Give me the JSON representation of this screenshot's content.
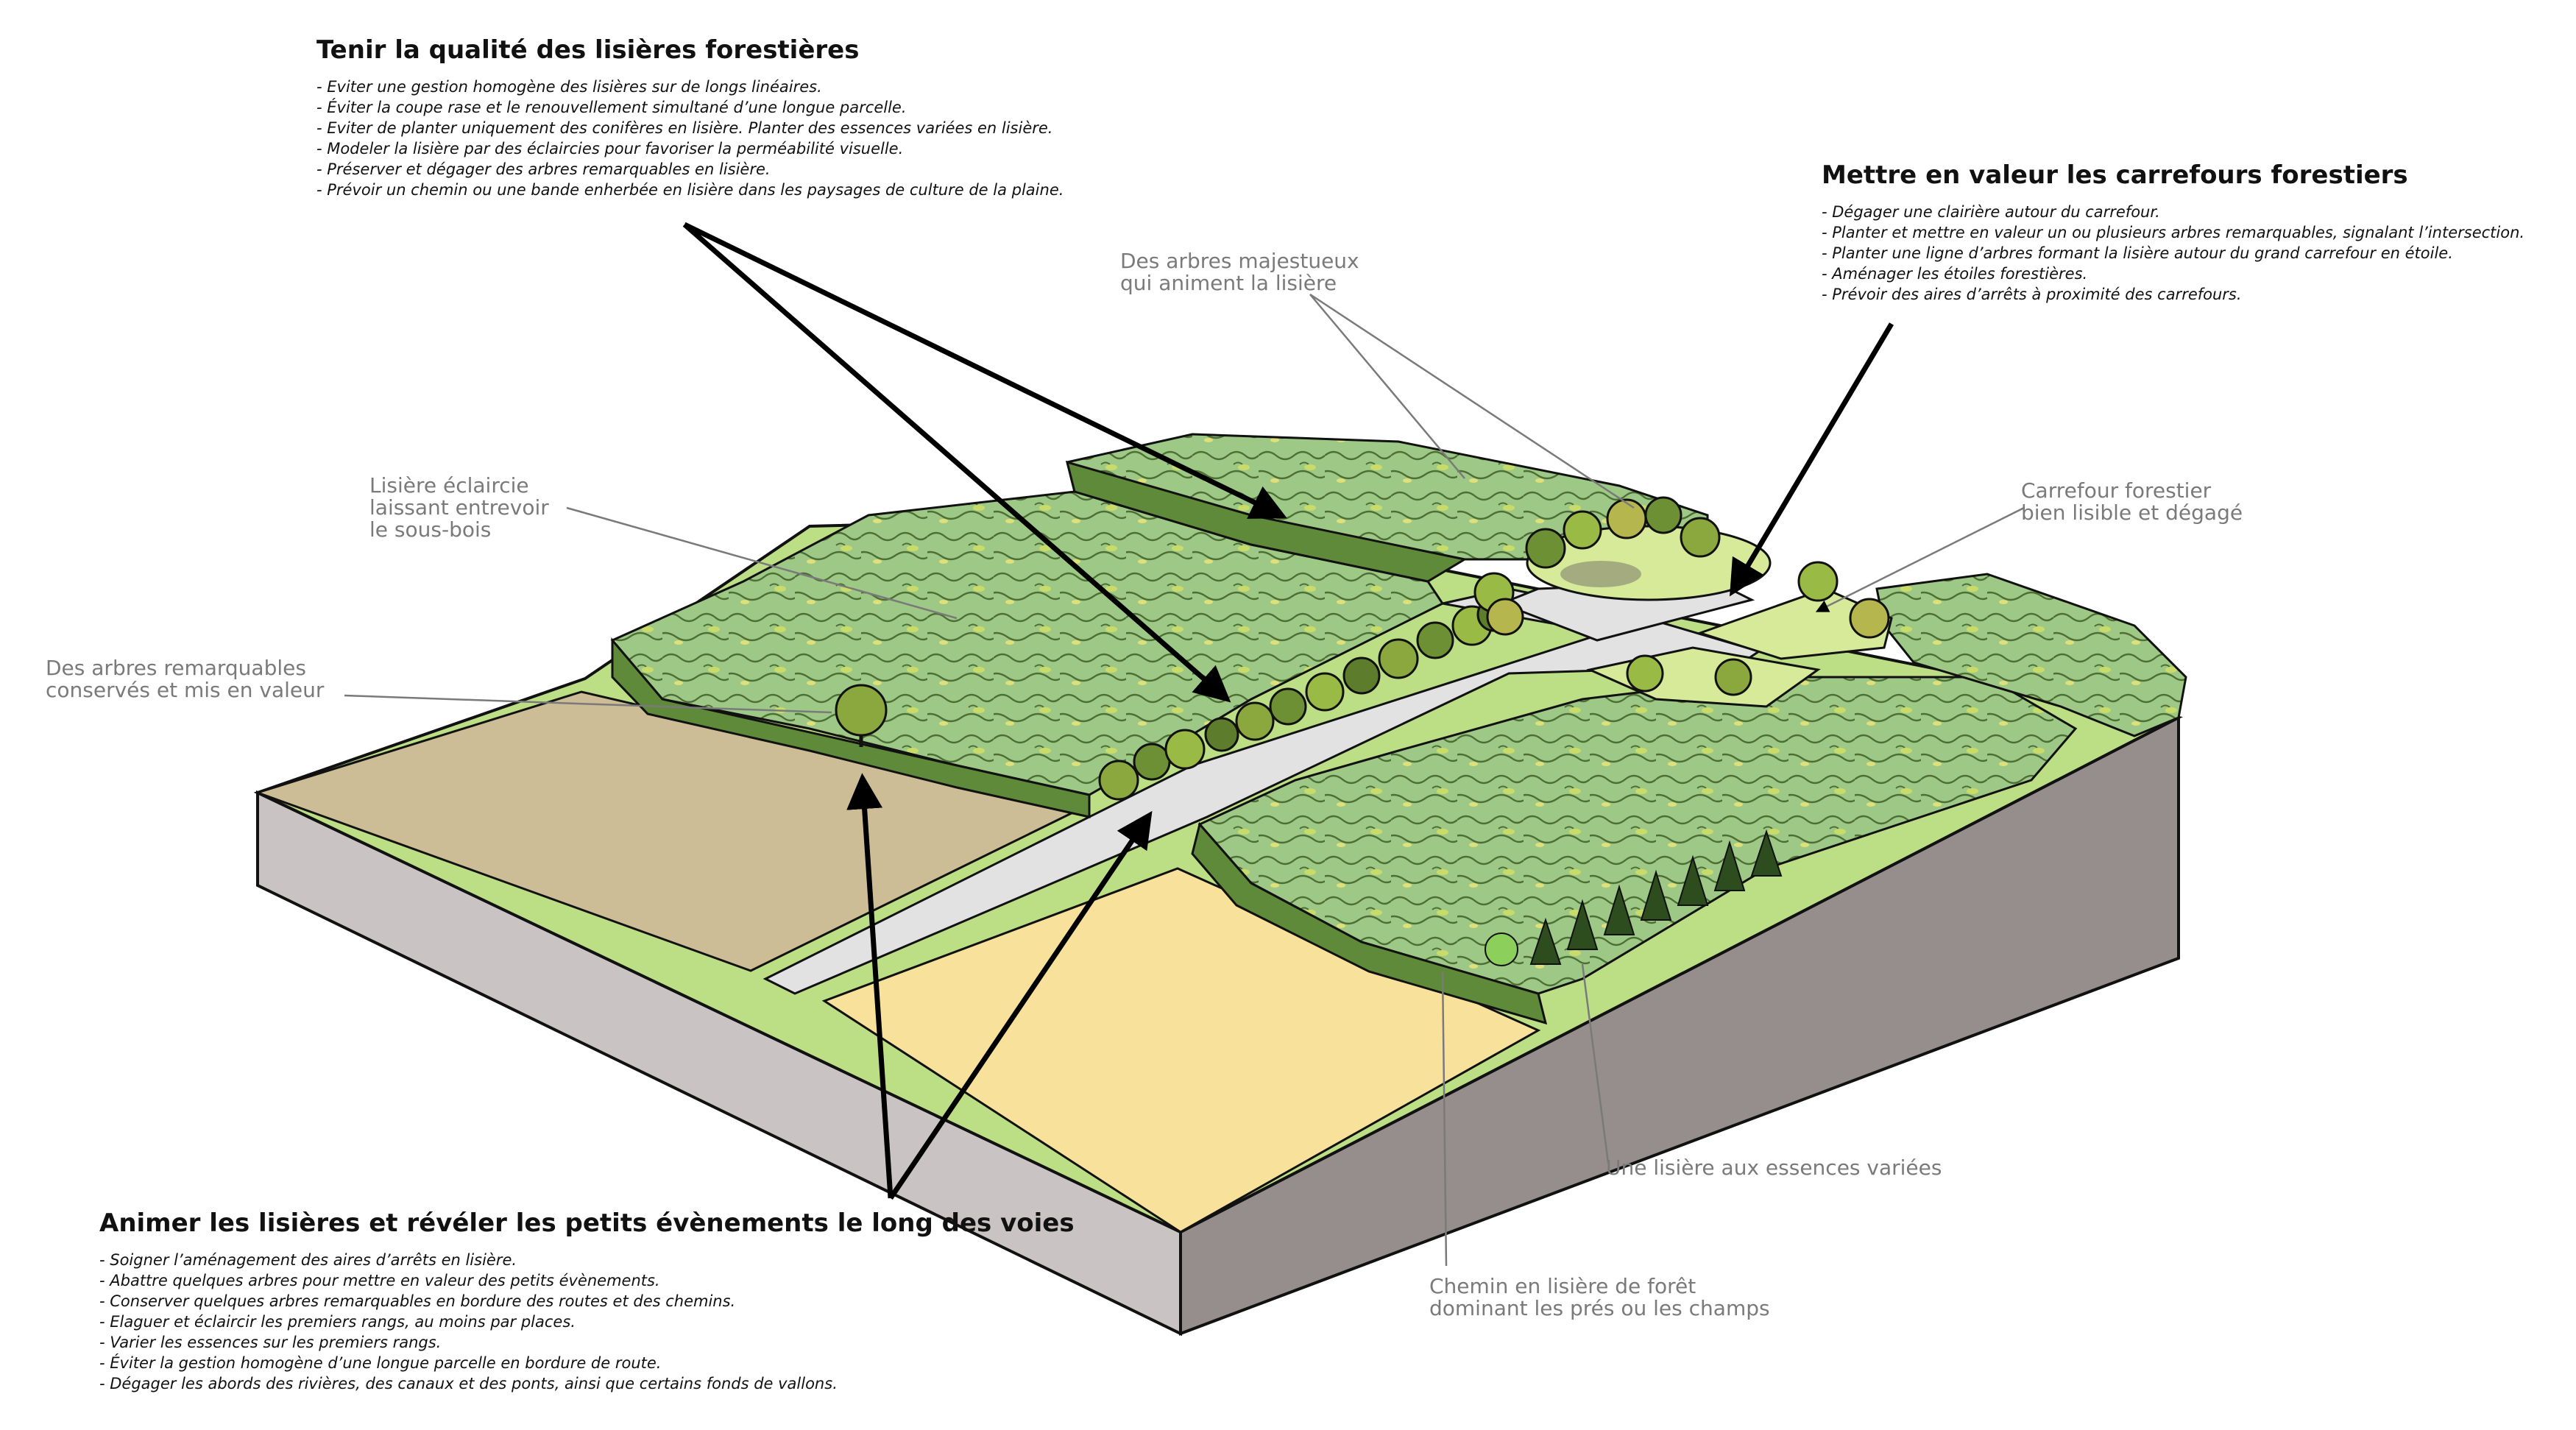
{
  "blocks": {
    "lisieres": {
      "title": "Tenir la qualité des lisières forestières",
      "items": [
        "- Eviter une gestion homogène des lisières sur de longs linéaires.",
        "- Éviter la coupe rase et le renouvellement simultané d’une longue parcelle.",
        "- Eviter de planter uniquement des conifères en lisière. Planter des essences variées en lisière.",
        "- Modeler la lisière par des éclaircies pour favoriser la perméabilité visuelle.",
        "- Préserver et dégager des arbres remarquables en lisière.",
        "- Prévoir un chemin ou une bande enherbée en lisière dans les paysages de culture de la plaine."
      ]
    },
    "carrefours": {
      "title": "Mettre en valeur les carrefours forestiers",
      "items": [
        "- Dégager une clairière autour du carrefour.",
        "- Planter et mettre en valeur un ou plusieurs arbres remarquables, signalant l’intersection.",
        "- Planter une ligne d’arbres formant la lisière autour du grand carrefour en étoile.",
        "- Aménager les étoiles forestières.",
        "- Prévoir des aires d’arrêts à proximité des carrefours."
      ]
    },
    "animer": {
      "title": "Animer les lisières et révéler les petits évènements le long des voies",
      "items": [
        "- Soigner l’aménagement des aires d’arrêts en lisière.",
        "- Abattre quelques arbres pour mettre en valeur des petits évènements.",
        "- Conserver quelques arbres remarquables en bordure des routes et des chemins.",
        "- Elaguer et éclaircir les premiers rangs, au moins par places.",
        "- Varier les essences sur les premiers rangs.",
        "- Éviter la gestion homogène d’une longue parcelle en bordure de route.",
        "- Dégager les abords des rivières, des canaux et des ponts, ainsi que certains fonds de vallons."
      ]
    }
  },
  "labels": {
    "majestueux": [
      "Des arbres majestueux",
      "qui animent la lisière"
    ],
    "eclaircie": [
      "Lisière éclaircie",
      "laissant entrevoir",
      "le sous-bois"
    ],
    "remarquables": [
      "Des arbres remarquables",
      "conservés et mis en valeur"
    ],
    "carrefour": [
      "Carrefour forestier",
      "bien lisible et dégagé"
    ],
    "essences": [
      "Une lisière aux essences variées"
    ],
    "chemin": [
      "Chemin en lisière de forêt",
      "dominant les prés ou les champs"
    ]
  },
  "colors": {
    "forest_canopy": "#9dc886",
    "forest_dark": "#5e8a3a",
    "meadow": "#cfe59a",
    "grass_strip": "#b8dc80",
    "field_brown": "#ccbd96",
    "field_yellow": "#f8e19a",
    "road": "#e2e2e2",
    "soil_left": "#cac3c3",
    "soil_right": "#958e8c",
    "label_gray": "#7a7a7a"
  }
}
